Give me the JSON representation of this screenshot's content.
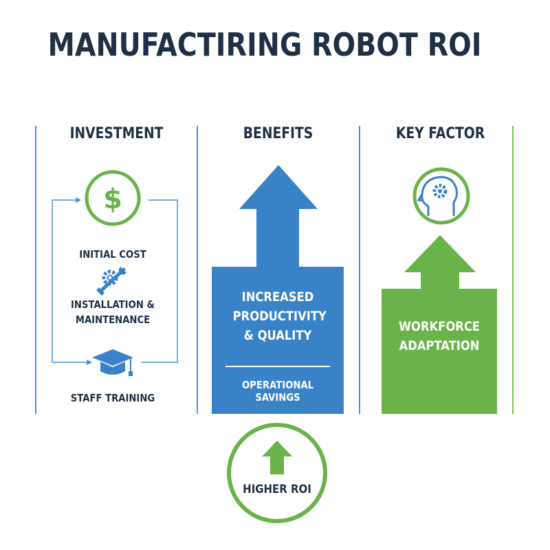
{
  "title": "MANUFACTIRING ROBOT ROI",
  "colors": {
    "navy": "#1f2f45",
    "blue": "#3a82c7",
    "green": "#69b34a",
    "divider_blue": "#4a8fd0",
    "divider_green": "#7cc35a"
  },
  "columns": {
    "investment": {
      "heading": "INVESTMENT",
      "icon": "dollar-icon",
      "items": [
        {
          "label": "INITIAL COST",
          "icon": "dollar-icon"
        },
        {
          "label": "INSTALLATION &\nMAINTENANCE",
          "icon": "wrench-gear-icon"
        },
        {
          "label": "STAFF TRAINING",
          "icon": "graduation-cap-icon"
        }
      ]
    },
    "benefits": {
      "heading": "BENEFITS",
      "main_text": "INCREASED PRODUCTIVITY & QUALITY",
      "sub_text": "OPERATIONAL SAVINGS",
      "icon": "up-arrow-icon"
    },
    "key_factor": {
      "heading": "KEY FACTOR",
      "icon": "head-gear-icon",
      "main_text": "WORKFORCE ADAPTATION"
    }
  },
  "result": {
    "label": "HIGHER ROI",
    "icon": "up-arrow-icon"
  }
}
